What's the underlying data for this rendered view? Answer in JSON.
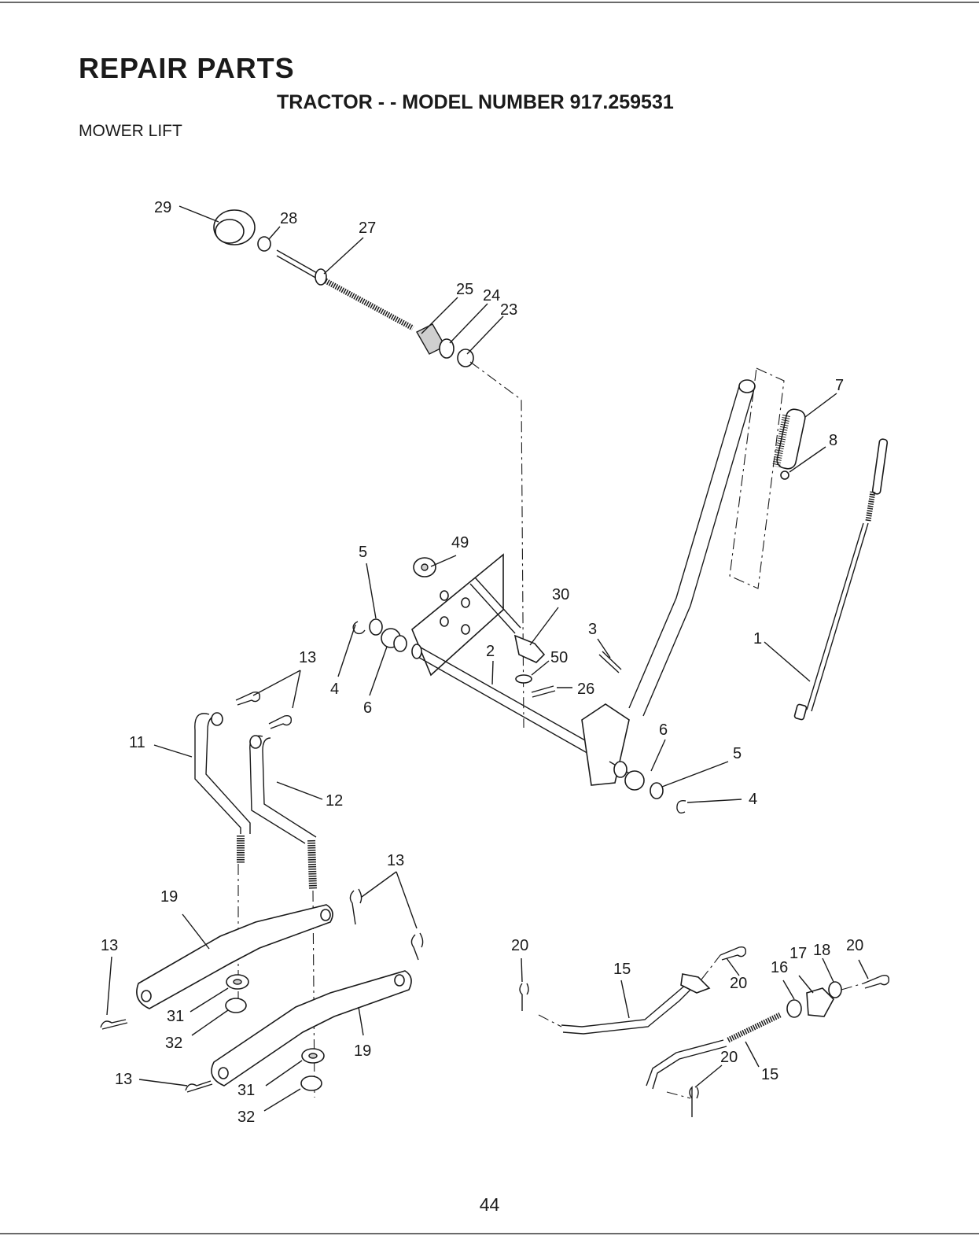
{
  "header": {
    "title": "REPAIR PARTS",
    "subtitle": "TRACTOR - - MODEL NUMBER 917.259531",
    "section": "MOWER LIFT"
  },
  "callouts": [
    {
      "id": "c29",
      "label": "29"
    },
    {
      "id": "c28",
      "label": "28"
    },
    {
      "id": "c27",
      "label": "27"
    },
    {
      "id": "c25",
      "label": "25"
    },
    {
      "id": "c24",
      "label": "24"
    },
    {
      "id": "c23",
      "label": "23"
    },
    {
      "id": "c7",
      "label": "7"
    },
    {
      "id": "c8",
      "label": "8"
    },
    {
      "id": "c49",
      "label": "49"
    },
    {
      "id": "c5a",
      "label": "5"
    },
    {
      "id": "c30",
      "label": "30"
    },
    {
      "id": "c3",
      "label": "3"
    },
    {
      "id": "c1",
      "label": "1"
    },
    {
      "id": "c2",
      "label": "2"
    },
    {
      "id": "c50",
      "label": "50"
    },
    {
      "id": "c26",
      "label": "26"
    },
    {
      "id": "c13a",
      "label": "13"
    },
    {
      "id": "c4a",
      "label": "4"
    },
    {
      "id": "c6a",
      "label": "6"
    },
    {
      "id": "c11",
      "label": "11"
    },
    {
      "id": "c12",
      "label": "12"
    },
    {
      "id": "c6b",
      "label": "6"
    },
    {
      "id": "c5b",
      "label": "5"
    },
    {
      "id": "c4b",
      "label": "4"
    },
    {
      "id": "c13b",
      "label": "13"
    },
    {
      "id": "c19a",
      "label": "19"
    },
    {
      "id": "c13c",
      "label": "13"
    },
    {
      "id": "c31a",
      "label": "31"
    },
    {
      "id": "c32a",
      "label": "32"
    },
    {
      "id": "c19b",
      "label": "19"
    },
    {
      "id": "c13d",
      "label": "13"
    },
    {
      "id": "c31b",
      "label": "31"
    },
    {
      "id": "c32b",
      "label": "32"
    },
    {
      "id": "c20a",
      "label": "20"
    },
    {
      "id": "c15a",
      "label": "15"
    },
    {
      "id": "c20b",
      "label": "20"
    },
    {
      "id": "c16",
      "label": "16"
    },
    {
      "id": "c17",
      "label": "17"
    },
    {
      "id": "c18",
      "label": "18"
    },
    {
      "id": "c20c",
      "label": "20"
    },
    {
      "id": "c20d",
      "label": "20"
    },
    {
      "id": "c15b",
      "label": "15"
    }
  ],
  "footer": {
    "page_number": "44"
  }
}
